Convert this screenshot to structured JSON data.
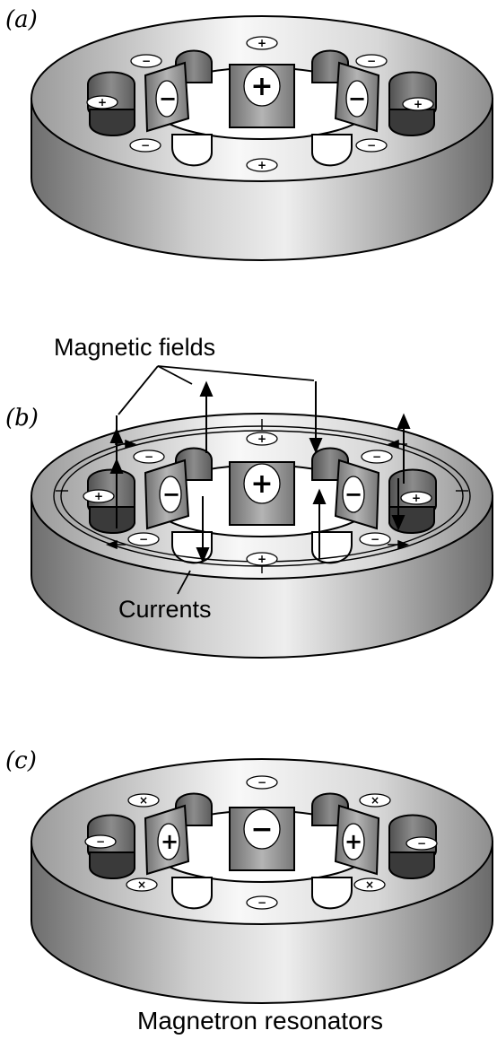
{
  "panels": {
    "a": {
      "label": "(a)",
      "front_sign": "+",
      "left_sign": "−",
      "right_sign": "−",
      "small_signs": [
        "+",
        "−",
        "−",
        "+",
        "+",
        "−",
        "−",
        "+"
      ]
    },
    "b": {
      "label": "(b)",
      "front_sign": "+",
      "left_sign": "−",
      "right_sign": "−",
      "small_signs": [
        "+",
        "−",
        "−",
        "+",
        "+",
        "−",
        "−",
        "+"
      ],
      "annotation_fields": "Magnetic fields",
      "annotation_currents": "Currents"
    },
    "c": {
      "label": "(c)",
      "front_sign": "−",
      "left_sign": "+",
      "right_sign": "+",
      "small_signs": [
        "−",
        "×",
        "×",
        "−",
        "−",
        "×",
        "×",
        "−"
      ]
    }
  },
  "caption": "Magnetron resonators",
  "colors": {
    "ring_light": "#f4f4f4",
    "ring_dark": "#8a8a8a",
    "cavity": "#6a6a6a",
    "vane": "#9c9c9c"
  }
}
